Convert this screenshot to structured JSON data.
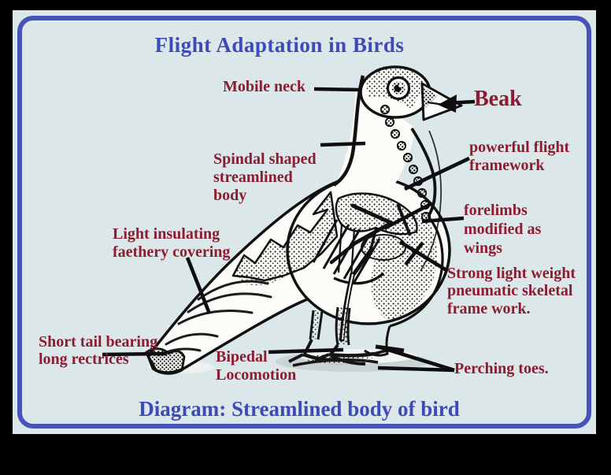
{
  "title": "Flight Adaptation in Birds",
  "caption": "Diagram: Streamlined body of bird",
  "colors": {
    "background": "#000000",
    "panel": "#dbe7e8",
    "border": "#4753b8",
    "heading": "#3d4ab8",
    "label": "#8c1c32",
    "ink": "#0e0e0e"
  },
  "labels": {
    "mobile_neck": {
      "lines": [
        "Mobile neck"
      ]
    },
    "beak": {
      "lines": [
        "Beak"
      ]
    },
    "spindal": {
      "lines": [
        "Spindal shaped",
        "streamlined",
        "body"
      ]
    },
    "powerful": {
      "lines": [
        "powerful flight",
        "framework"
      ]
    },
    "forelimbs": {
      "lines": [
        "forelimbs",
        "modified as",
        "wings"
      ]
    },
    "strong": {
      "lines": [
        "Strong light weight",
        "pneumatic skeletal",
        "frame work."
      ]
    },
    "light_insulating": {
      "lines": [
        "Light insulating",
        "faethery covering"
      ]
    },
    "short_tail": {
      "lines": [
        "Short tail bearing",
        "long rectrices"
      ]
    },
    "bipedal": {
      "lines": [
        "Bipedal",
        "Locomotion"
      ]
    },
    "perching": {
      "lines": [
        "Perching toes."
      ]
    }
  }
}
